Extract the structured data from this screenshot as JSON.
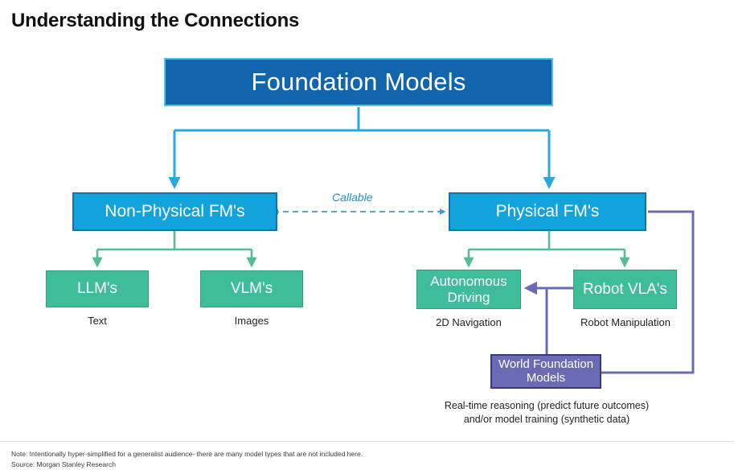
{
  "slide": {
    "title": "Understanding the Connections"
  },
  "colors": {
    "foundation_blue": "#1165ad",
    "foundation_border": "#4cc3e8",
    "fm_blue": "#12a3dd",
    "fm_border": "#1a6fa3",
    "green": "#3fbd9b",
    "green_border": "#2f9c80",
    "purple": "#6b6bb5",
    "purple_border": "#3a3a7a",
    "connector_blue": "#29a8dc",
    "connector_green": "#57bb9a",
    "connector_purple": "#6b6bb5",
    "callable_dash": "#2f9ed6"
  },
  "nodes": {
    "foundation_models": "Foundation Models",
    "non_physical_fm": "Non-Physical FM's",
    "physical_fm": "Physical FM's",
    "llm": "LLM's",
    "vlm": "VLM's",
    "autonomous_driving_line1": "Autonomous",
    "autonomous_driving_line2": "Driving",
    "robot_vla": "Robot VLA's",
    "world_foundation_line1": "World Foundation",
    "world_foundation_line2": "Models"
  },
  "captions": {
    "llm": "Text",
    "vlm": "Images",
    "autonomous_driving": "2D Navigation",
    "robot_vla": "Robot Manipulation",
    "world_foundation_line1": "Real-time reasoning (predict future outcomes)",
    "world_foundation_line2": "and/or model training (synthetic data)"
  },
  "edges": {
    "callable": "Callable"
  },
  "footnote": {
    "note": "Note: Intentionally hyper-simplified for a generalist audience- there are many model types that are not included here.",
    "source": "Source: Morgan Stanley Research"
  }
}
